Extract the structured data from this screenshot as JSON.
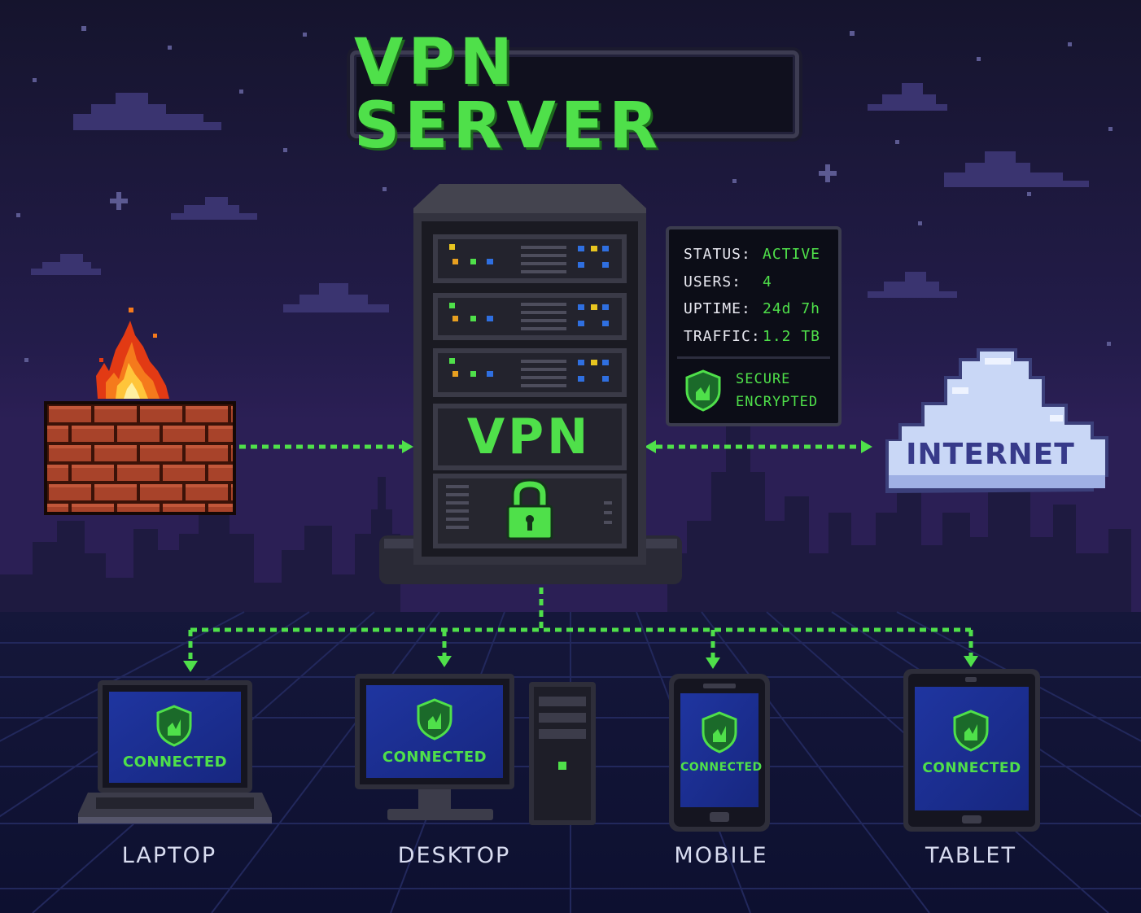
{
  "title": "VPN SERVER",
  "server": {
    "label": "VPN"
  },
  "status": {
    "rows": [
      {
        "label": "STATUS:",
        "value": "ACTIVE"
      },
      {
        "label": "USERS:",
        "value": "4"
      },
      {
        "label": "UPTIME:",
        "value": "24d 7h"
      },
      {
        "label": "TRAFFIC:",
        "value": "1.2 TB"
      }
    ],
    "secure_line1": "SECURE",
    "secure_line2": "ENCRYPTED"
  },
  "internet": {
    "label": "INTERNET"
  },
  "devices": [
    {
      "name": "LAPTOP",
      "status": "CONNECTED"
    },
    {
      "name": "DESKTOP",
      "status": "CONNECTED"
    },
    {
      "name": "MOBILE",
      "status": "CONNECTED"
    },
    {
      "name": "TABLET",
      "status": "CONNECTED"
    }
  ],
  "colors": {
    "accent_green": "#4fe04a",
    "background": "#1a1738",
    "screen_blue": "#1c2e8c",
    "cloud": "#c9d7f6",
    "brick": "#a8432a"
  },
  "icons": [
    "firewall-icon",
    "flame-icon",
    "cloud-icon",
    "padlock-icon",
    "shield-icon",
    "laptop-icon",
    "desktop-icon",
    "mobile-icon",
    "tablet-icon"
  ]
}
